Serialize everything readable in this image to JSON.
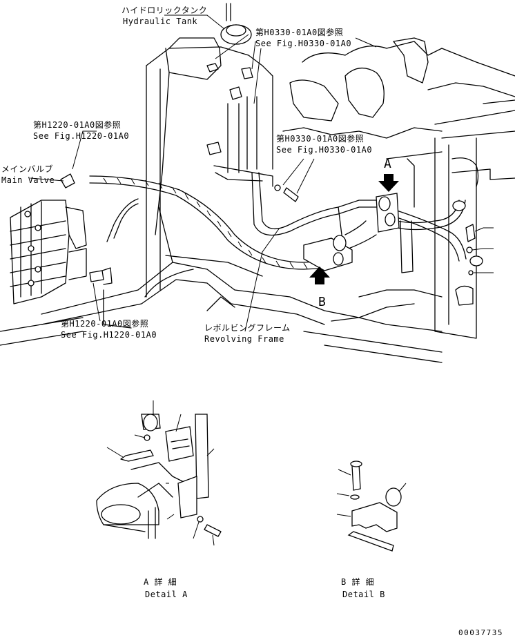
{
  "labels": {
    "hydraulic_tank_jp": "ハイドロリックタンク",
    "hydraulic_tank_en": "Hydraulic Tank",
    "ref_h0330_top_jp": "第H0330-01A0図参照",
    "ref_h0330_top_en": "See Fig.H0330-01A0",
    "ref_h1220_top_jp": "第H1220-01A0図参照",
    "ref_h1220_top_en": "See Fig.H1220-01A0",
    "ref_h0330_mid_jp": "第H0330-01A0図参照",
    "ref_h0330_mid_en": "See Fig.H0330-01A0",
    "main_valve_jp": "メインバルブ",
    "main_valve_en": "Main Valve",
    "ref_h1220_bot_jp": "第H1220-01A0図参照",
    "ref_h1220_bot_en": "See Fig.H1220-01A0",
    "revolving_frame_jp": "レボルビングフレーム",
    "revolving_frame_en": "Revolving Frame",
    "marker_a": "A",
    "marker_b": "B",
    "detail_a_jp": "A 詳 細",
    "detail_a_en": "Detail A",
    "detail_b_jp": "B 詳 細",
    "detail_b_en": "Detail B",
    "drawing_number": "00037735"
  },
  "icons": [
    "arrow-down-icon",
    "arrow-up-icon"
  ]
}
